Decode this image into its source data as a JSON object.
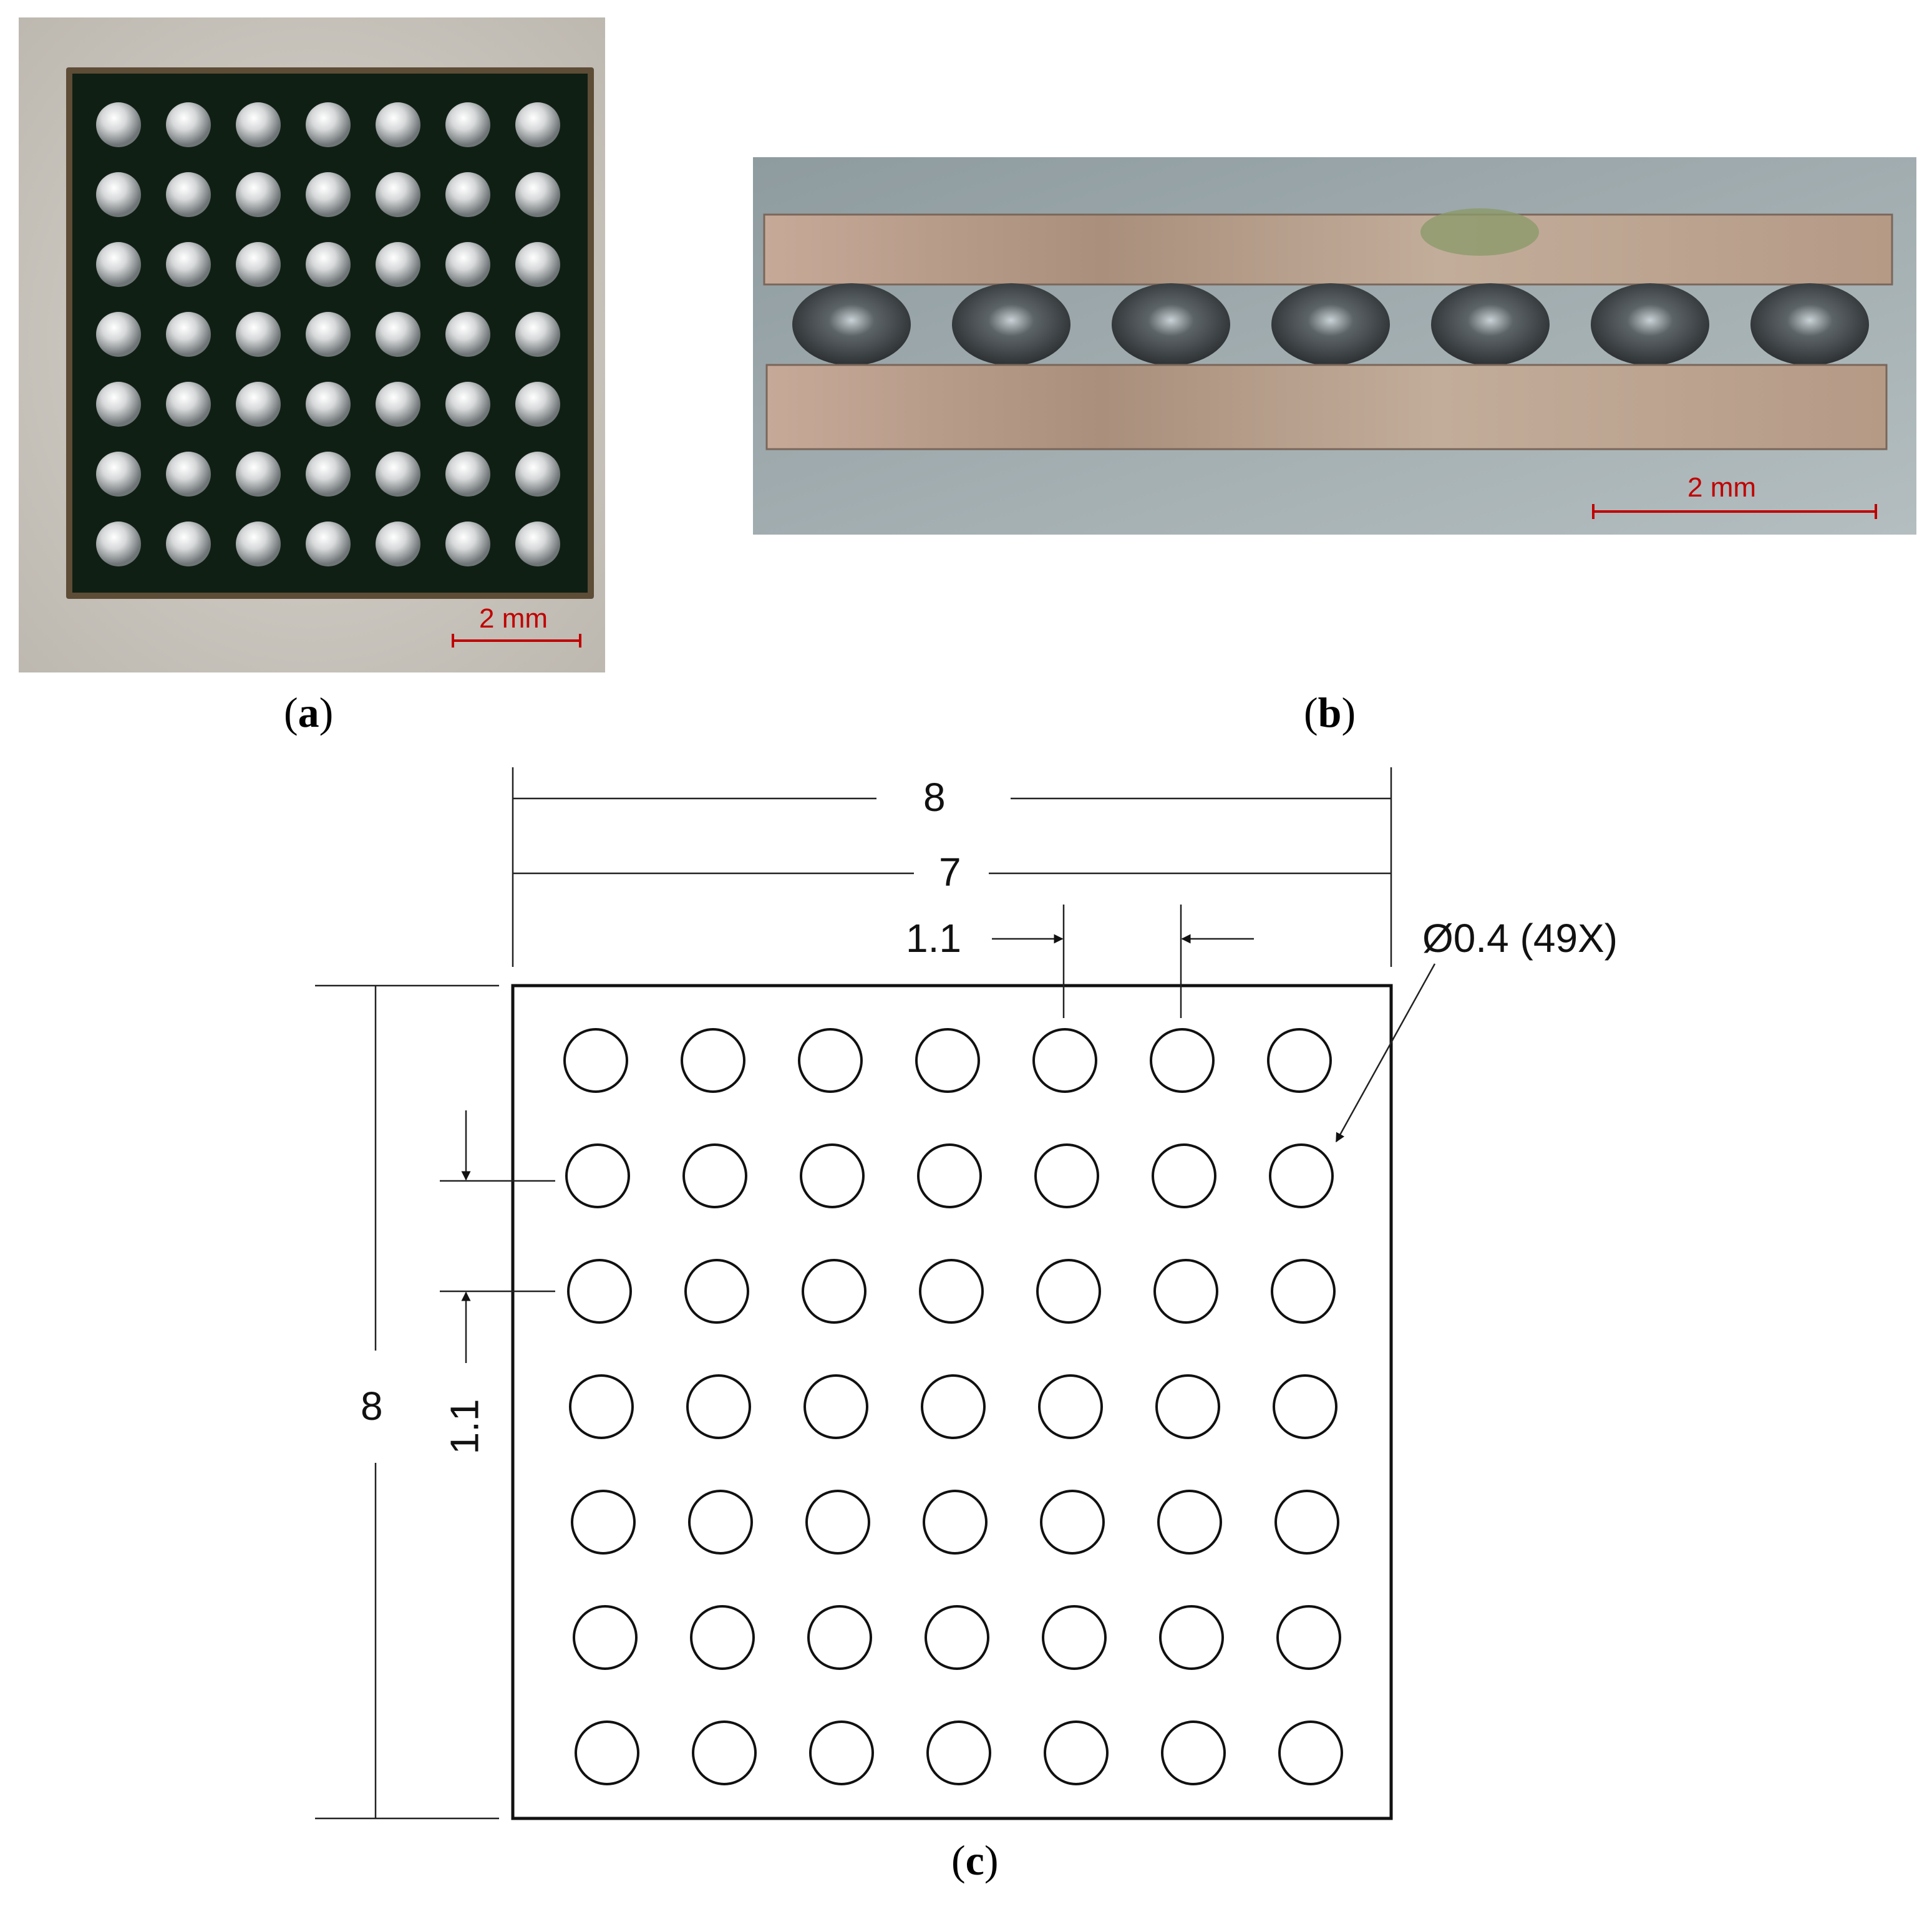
{
  "panels": {
    "a": {
      "caption_letter": "a",
      "scale_label": "2 mm",
      "grid": {
        "rows": 7,
        "cols": 7
      },
      "colors": {
        "substrate": "#0f1f14",
        "border": "#6b5a42",
        "background": "#cfcbc4",
        "ball": "#e8e8e8",
        "scale": "#c00000"
      }
    },
    "b": {
      "caption_letter": "b",
      "scale_label": "2 mm",
      "ball_count": 7,
      "colors": {
        "background": "#9aa6aa",
        "board": "#b8a08e",
        "ball": "#3f4448",
        "scale": "#c00000"
      }
    },
    "c": {
      "caption_letter": "c",
      "dim_outer_width": "8",
      "dim_array_width": "7",
      "dim_pitch_horizontal": "1.1",
      "dim_ball_callout": "Ø0.4 (49X)",
      "dim_outer_height": "8",
      "dim_pitch_vertical": "1.1",
      "grid": {
        "rows": 7,
        "cols": 7
      }
    }
  }
}
